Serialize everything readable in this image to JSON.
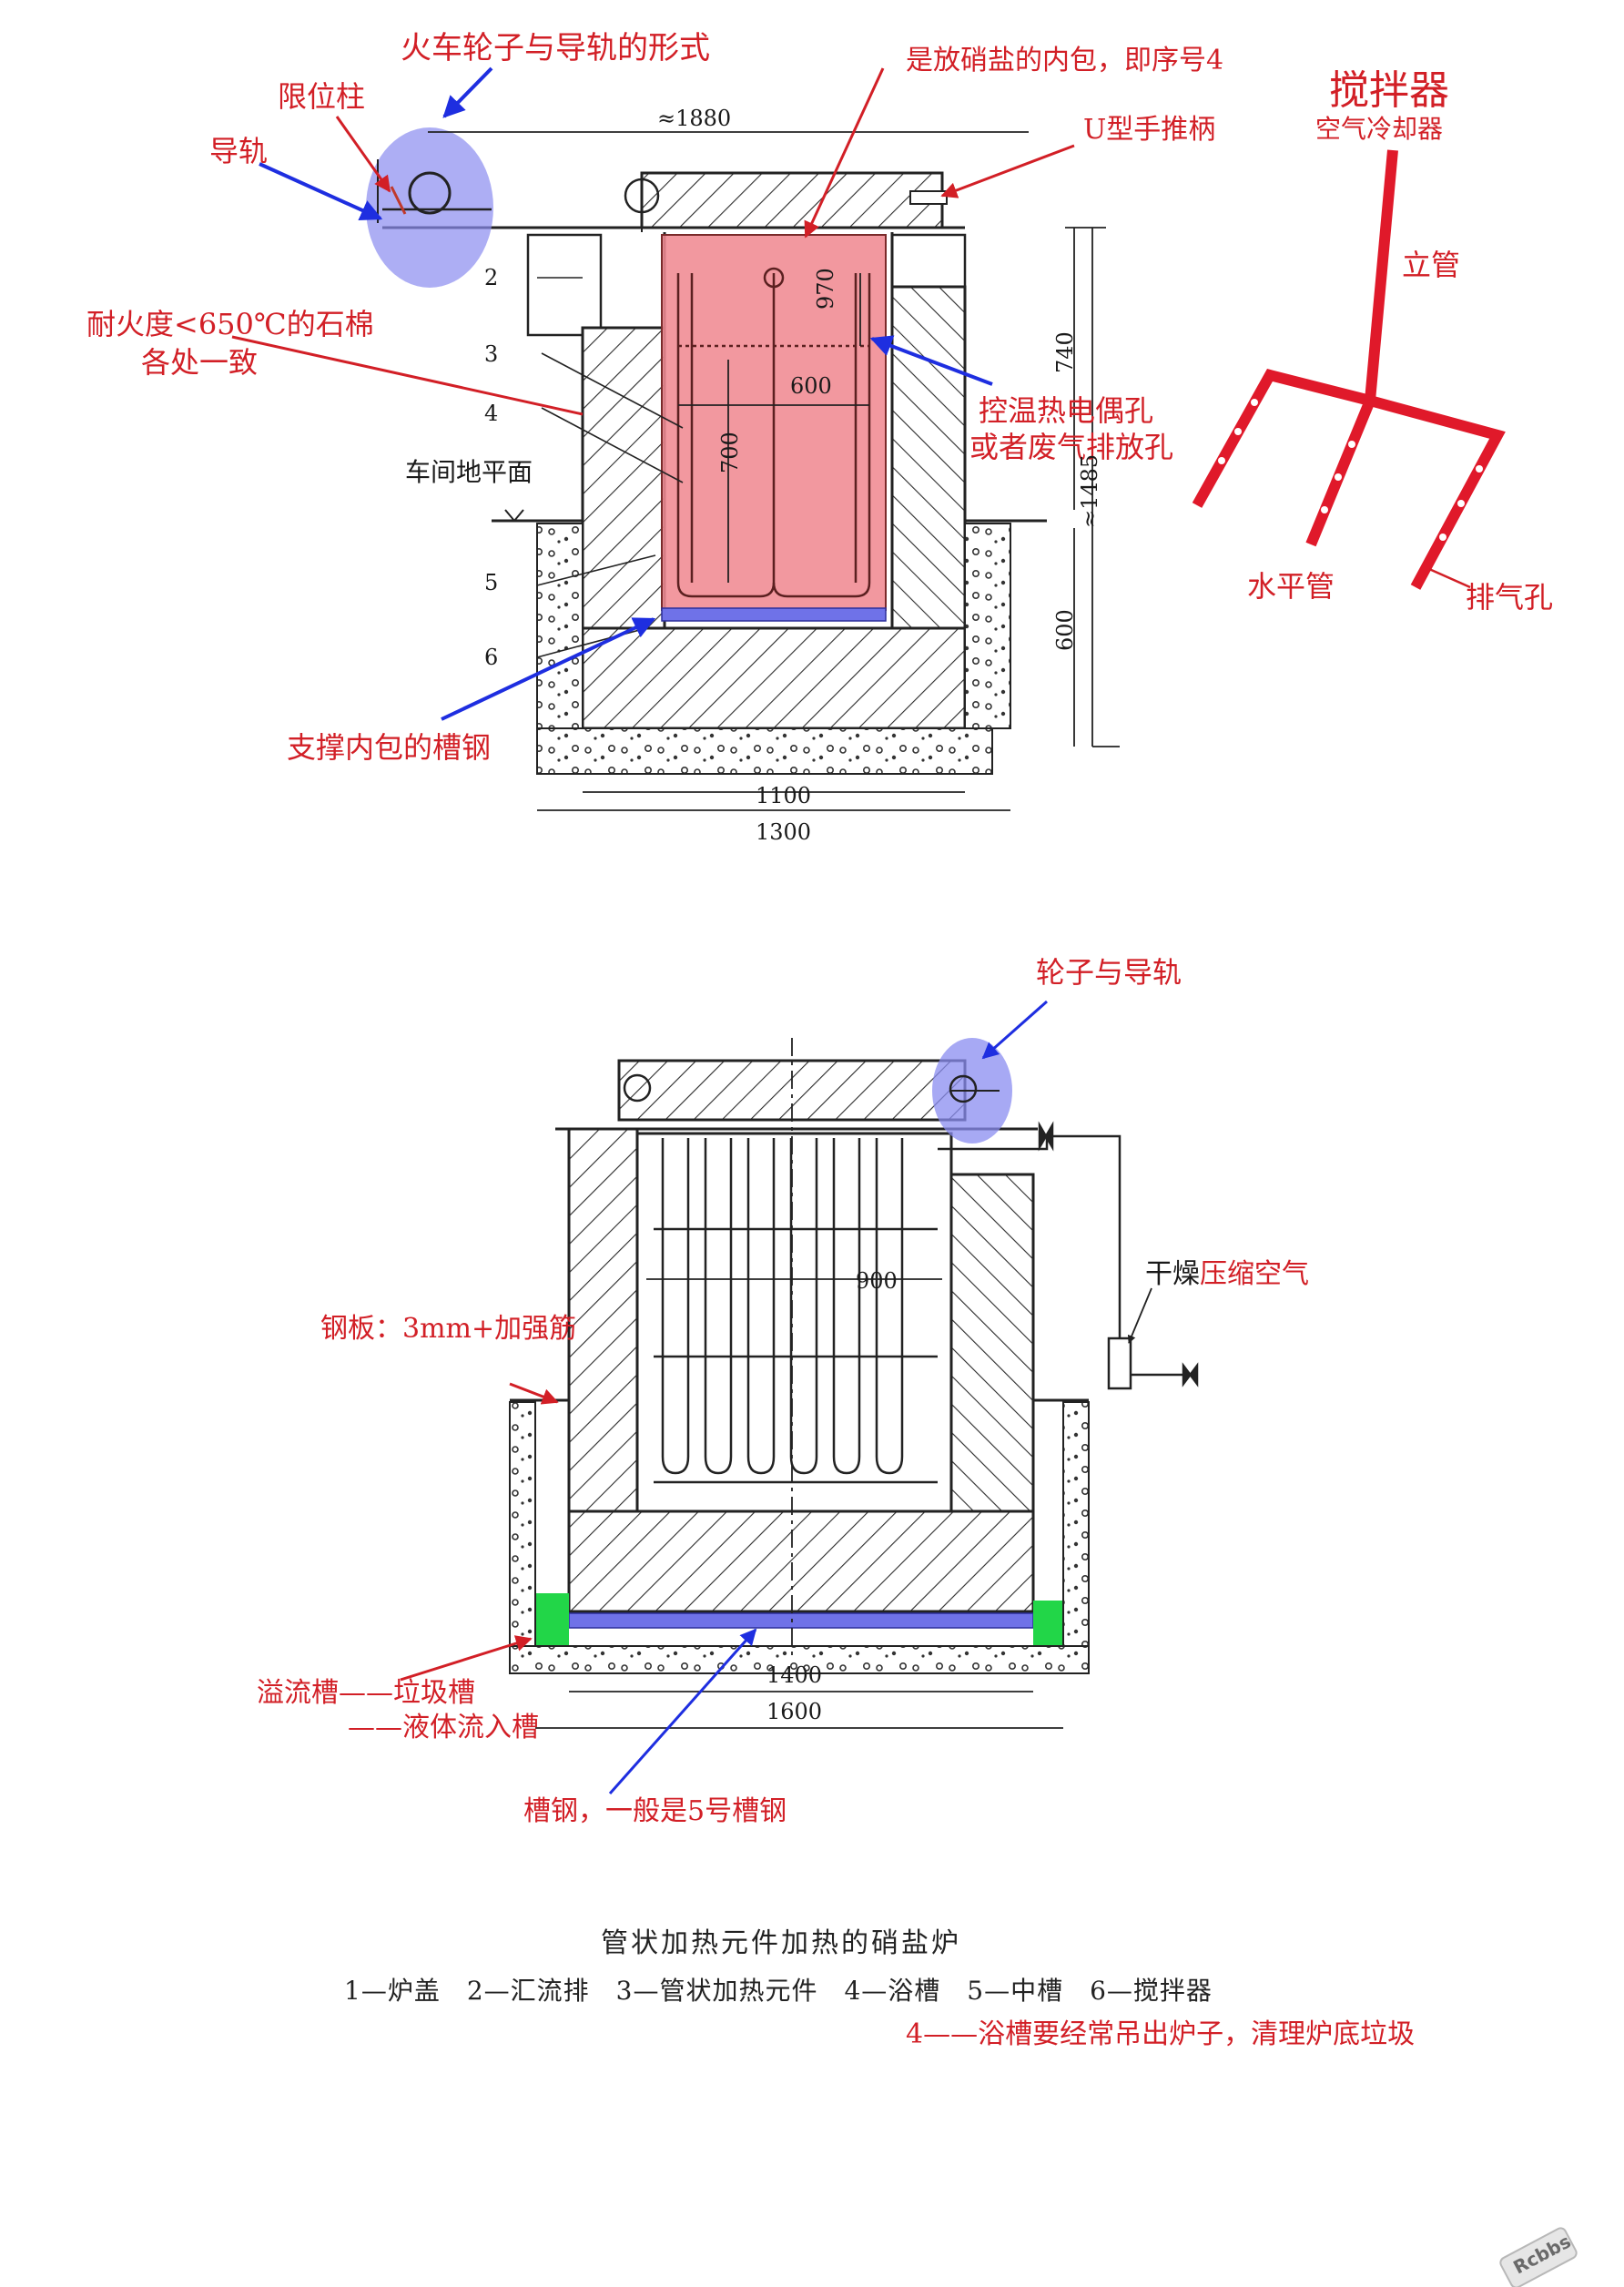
{
  "top_figure": {
    "annotations": {
      "wheel_rail": "火车轮子与导轨的形式",
      "limit_post": "限位柱",
      "rail": "导轨",
      "inner_pot": "是放硝盐的内包，即序号4",
      "u_handle": "U型手推柄",
      "asbestos_line1": "耐火度<650℃的石棉",
      "asbestos_line2": "各处一致",
      "thermocouple_line1": "控温热电偶孔",
      "thermocouple_line2": "或者废气排放孔",
      "floor_level": "车间地平面",
      "channel_support": "支撑内包的槽钢"
    },
    "dimensions": {
      "top_width": "≈1880",
      "inner_depth": "970",
      "inner_width": "600",
      "tube_length": "700",
      "upper_height": "740",
      "total_height": "≈1485",
      "lower_height": "600",
      "pit_width": "1100",
      "outer_width": "1300"
    },
    "part_numbers": [
      "2",
      "3",
      "4",
      "5",
      "6"
    ]
  },
  "stirrer": {
    "title": "搅拌器",
    "subtitle": "空气冷却器",
    "vertical_pipe": "立管",
    "horizontal_pipe": "水平管",
    "vent_hole": "排气孔"
  },
  "bottom_figure": {
    "annotations": {
      "wheel_rail": "轮子与导轨",
      "dry_air_black": "干燥",
      "dry_air_red": "压缩空气",
      "steel_plate": "钢板：3mm+加强筋",
      "overflow_1": "溢流槽——垃圾槽",
      "overflow_2": "——液体流入槽",
      "channel": "槽钢，一般是5号槽钢"
    },
    "dimensions": {
      "inner_width": "900",
      "pit_width": "1400",
      "outer_width": "1600"
    }
  },
  "caption": {
    "title": "管状加热元件加热的硝盐炉",
    "legend": "1—炉盖　2—汇流排　3—管状加热元件　4—浴槽　5—中槽　6—搅拌器",
    "note": "4——浴槽要经常吊出炉子，清理炉底垃圾"
  },
  "watermark": "Rcbbs",
  "colors": {
    "annotation_red": "#d21f26",
    "arrow_blue": "#1e2ee0",
    "highlight_pink": "#f08a92",
    "highlight_violet": "#8a8cf0",
    "channel_blue": "#6f72e8",
    "overflow_green": "#22d648"
  }
}
